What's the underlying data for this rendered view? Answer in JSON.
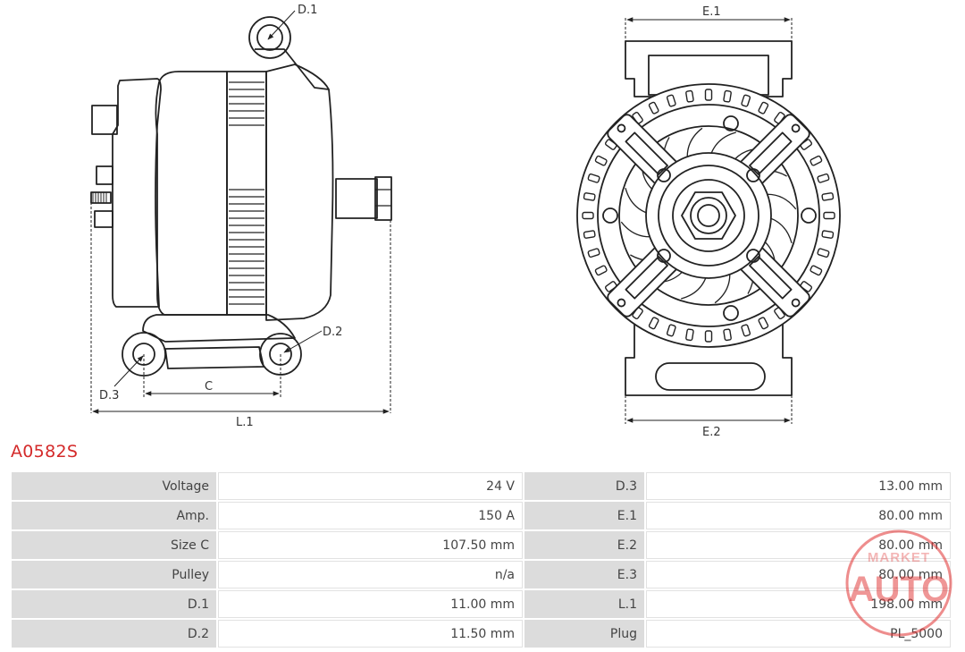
{
  "diagram": {
    "labels": {
      "d1": "D.1",
      "d2": "D.2",
      "d3": "D.3",
      "c": "C",
      "l1": "L.1",
      "e1": "E.1",
      "e2": "E.2"
    }
  },
  "title": "A0582S",
  "specs": [
    {
      "label": "Voltage",
      "value": "24 V",
      "label2": "D.3",
      "value2": "13.00 mm"
    },
    {
      "label": "Amp.",
      "value": "150 A",
      "label2": "E.1",
      "value2": "80.00 mm"
    },
    {
      "label": "Size C",
      "value": "107.50 mm",
      "label2": "E.2",
      "value2": "80.00 mm"
    },
    {
      "label": "Pulley",
      "value": "n/a",
      "label2": "E.3",
      "value2": "80.00 mm"
    },
    {
      "label": "D.1",
      "value": "11.00 mm",
      "label2": "L.1",
      "value2": "198.00 mm"
    },
    {
      "label": "D.2",
      "value": "11.50 mm",
      "label2": "Plug",
      "value2": "PL_5000"
    }
  ],
  "watermark": {
    "top": "MARKET",
    "main": "AUTO",
    "color": "#e03030"
  }
}
